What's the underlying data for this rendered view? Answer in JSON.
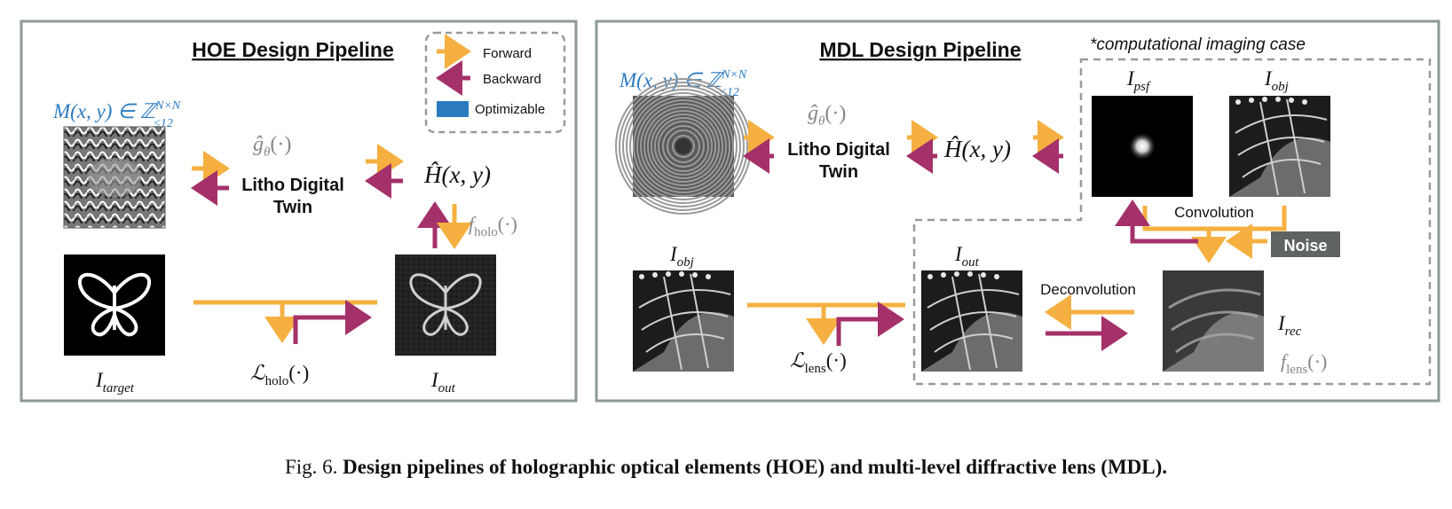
{
  "hoe": {
    "title": "HOE Design Pipeline",
    "legend": {
      "forward": "Forward",
      "backward": "Backward",
      "optimizable": "Optimizable"
    },
    "mask_label": "M(x, y) ∈ ℤ",
    "mask_sup": "N×N",
    "mask_sub": "≤12",
    "g_label": "ĝ",
    "g_sub": "θ",
    "g_arg": "(·)",
    "twin_line1": "Litho Digital",
    "twin_line2": "Twin",
    "h_label": "Ĥ(x, y)",
    "f_label": "f",
    "f_sub": "holo",
    "f_arg": "(·)",
    "target_label": "I",
    "target_sub": "target",
    "loss_label": "ℒ",
    "loss_sub": "holo",
    "loss_arg": "(·)",
    "out_label": "I",
    "out_sub": "out"
  },
  "mdl": {
    "title": "MDL Design Pipeline",
    "note": "*computational imaging case",
    "mask_label": "M(x, y) ∈ ℤ",
    "mask_sup": "N×N",
    "mask_sub": "≤12",
    "g_label": "ĝ",
    "g_sub": "θ",
    "g_arg": "(·)",
    "twin_line1": "Litho Digital",
    "twin_line2": "Twin",
    "h_label": "Ĥ(x, y)",
    "psf_label": "I",
    "psf_sub": "psf",
    "obj_label": "I",
    "obj_sub": "obj",
    "convolution": "Convolution",
    "noise": "Noise",
    "obj2_label": "I",
    "obj2_sub": "obj",
    "out_label": "I",
    "out_sub": "out",
    "deconvolution": "Deconvolution",
    "rec_label": "I",
    "rec_sub": "rec",
    "loss_label": "ℒ",
    "loss_sub": "lens",
    "loss_arg": "(·)",
    "f_label": "f",
    "f_sub": "lens",
    "f_arg": "(·)"
  },
  "caption": {
    "fig": "Fig. 6.",
    "text": "Design pipelines of holographic optical elements (HOE) and multi-level diffractive lens (MDL)."
  },
  "colors": {
    "forward": "#F5B041",
    "backward": "#A5316A",
    "optimizable": "#2A7AC0",
    "panel_border": "#8D9A94",
    "dash_border": "#9A9A9A",
    "blue_text": "#2B7BC0"
  }
}
